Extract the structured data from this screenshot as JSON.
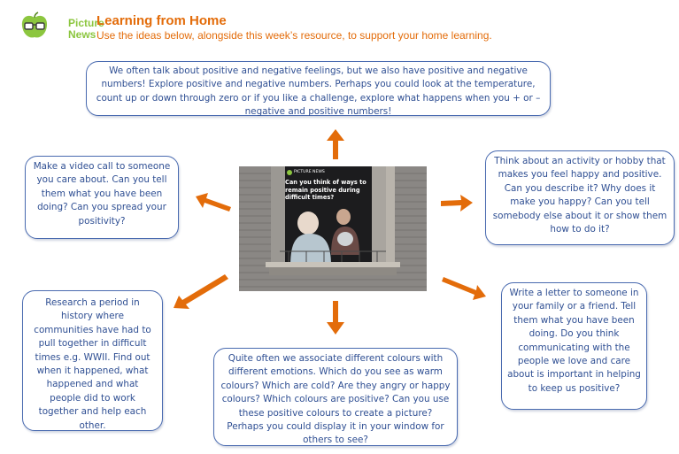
{
  "header": {
    "logo_line1": "Picture",
    "logo_line2": "News",
    "title": "Learning from Home",
    "subtitle": "Use the ideas below, alongside this week’s resource, to support your home learning."
  },
  "colors": {
    "accent": "#e36c0a",
    "box_border": "#4a6bb0",
    "box_text": "#2f4f93",
    "logo_green": "#8cc63f"
  },
  "photo": {
    "small_label": "PICTURE NEWS",
    "caption": "Can you think of ways to remain positive during difficult times?"
  },
  "boxes": {
    "top": "We often talk about positive and negative feelings, but we also have positive and negative numbers! Explore positive and negative numbers. Perhaps you could look at the temperature, count up or down through zero or if you like a challenge, explore what happens when you + or – negative and positive numbers!",
    "left_upper": "Make a video call to someone you care about. Can you tell them what you have been doing? Can you spread your positivity?",
    "right_upper": "Think about an activity or hobby that makes you feel happy and positive. Can you describe it? Why does it make you happy? Can you tell somebody else about it or show them how to do it?",
    "left_lower": "Research a period in history where communities have had to pull together in difficult times e.g. WWII. Find out when it happened, what happened and what people did to work together and help each other.",
    "bottom": "Quite often we associate different colours with different emotions. Which do you see as warm colours? Which are cold? Are they angry or happy colours? Which colours are positive? Can you use these positive colours to create a picture? Perhaps you could display it in your window for others to see?",
    "right_lower": "Write a letter to someone in your family or a friend. Tell them what you have been doing. Do you think communicating with the people we love and care about is important in helping to keep us positive?"
  }
}
